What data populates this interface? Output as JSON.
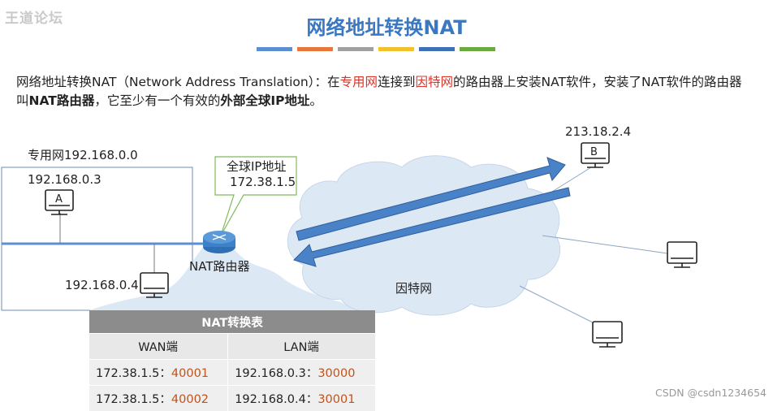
{
  "watermark": "王道论坛",
  "title": "网络地址转换NAT",
  "title_bar_colors": [
    "#5b8fd2",
    "#e8753a",
    "#a0a0a0",
    "#f2c12e",
    "#3f6fb6",
    "#6aaa3e"
  ],
  "intro": {
    "p1": "网络地址转换NAT（Network Address Translation）：在",
    "private_net": "专用网",
    "p2": "连接到",
    "internet": "因特网",
    "p3": "的路由器上安装NAT软件，安装了NAT软件的路由器叫",
    "nat_router": "NAT路由器",
    "p4": "，它至少有一个有效的",
    "ext_ip": "外部全球IP地址",
    "p5": "。"
  },
  "diagram": {
    "private_network_label": "专用网192.168.0.0",
    "host_a_ip": "192.168.0.3",
    "host_a_label": "A",
    "host_2_ip": "192.168.0.4",
    "global_ip_title": "全球IP地址",
    "global_ip": "172.38.1.5",
    "router_label": "NAT路由器",
    "internet_label": "因特网",
    "host_b_ip": "213.18.2.4",
    "host_b_label": "B"
  },
  "nat_table": {
    "title": "NAT转换表",
    "columns": [
      "WAN端",
      "LAN端"
    ],
    "rows": [
      {
        "wan_ip": "172.38.1.5：",
        "wan_port": "40001",
        "lan_ip": "192.168.0.3：",
        "lan_port": "30000"
      },
      {
        "wan_ip": "172.38.1.5：",
        "wan_port": "40002",
        "lan_ip": "192.168.0.4：",
        "lan_port": "30001"
      }
    ]
  },
  "footer": "CSDN @csdn1234654",
  "colors": {
    "accent": "#3a78c2",
    "red": "#d9362b",
    "arrow": "#4a82c8",
    "cloud": "#dde8f5",
    "table_header": "#8c8c8c"
  }
}
